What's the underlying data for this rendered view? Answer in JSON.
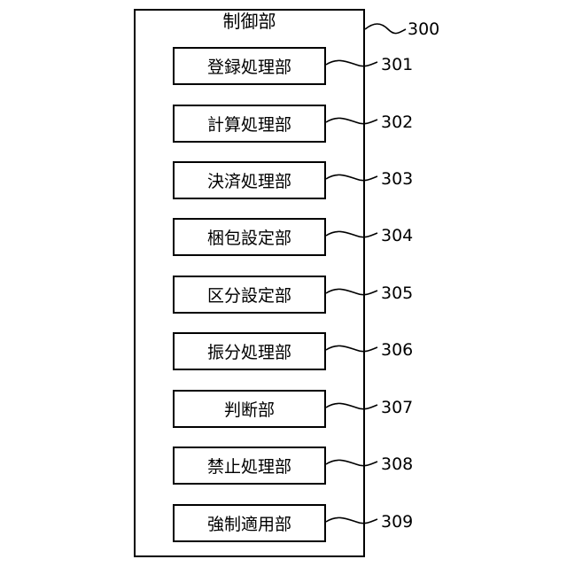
{
  "control_unit": {
    "title": "制御部",
    "ref": "300"
  },
  "units": [
    {
      "label": "登録処理部",
      "ref": "301"
    },
    {
      "label": "計算処理部",
      "ref": "302"
    },
    {
      "label": "決済処理部",
      "ref": "303"
    },
    {
      "label": "梱包設定部",
      "ref": "304"
    },
    {
      "label": "区分設定部",
      "ref": "305"
    },
    {
      "label": "振分処理部",
      "ref": "306"
    },
    {
      "label": "判断部",
      "ref": "307"
    },
    {
      "label": "禁止処理部",
      "ref": "308"
    },
    {
      "label": "強制適用部",
      "ref": "309"
    }
  ]
}
